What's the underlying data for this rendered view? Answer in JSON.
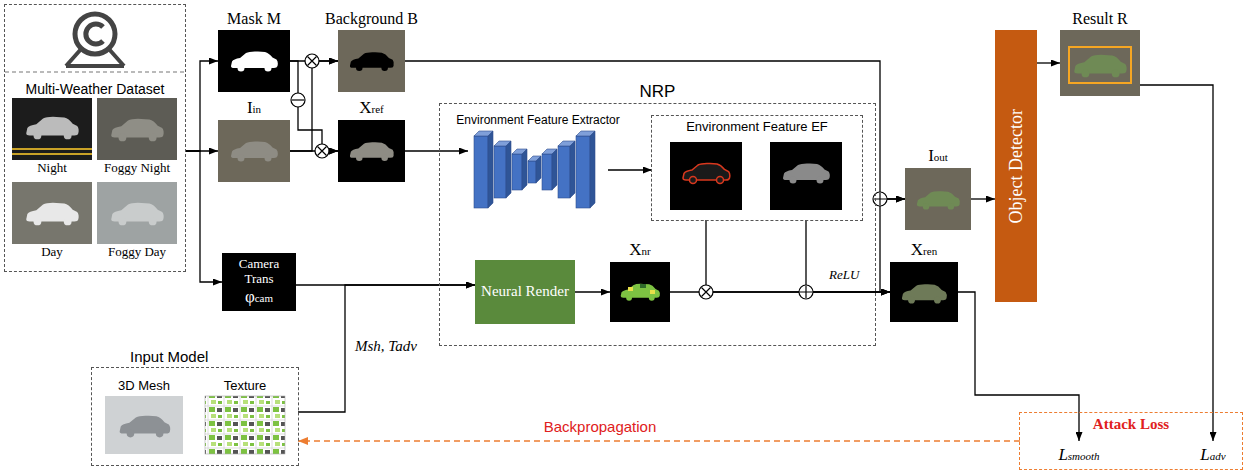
{
  "diagram": {
    "nodes": [
      {
        "text": [
          "Multi-Weather Dataset"
        ]
      },
      {
        "text": [
          "Night"
        ],
        "in": 0
      },
      {
        "text": [
          "Foggy Night"
        ],
        "in": 0
      },
      {
        "text": [
          "Day"
        ],
        "in": 0
      },
      {
        "text": [
          "Foggy Day"
        ],
        "in": 0
      },
      {
        "text": [
          "Mask M"
        ]
      },
      {
        "text": [
          "Background B"
        ]
      },
      {
        "text": [
          "Iin"
        ]
      },
      {
        "text": [
          "Xref"
        ]
      },
      {
        "text": [
          "Camera Trans",
          "φcam"
        ]
      },
      {
        "text": [
          "NRP"
        ]
      },
      {
        "text": [
          "Environment Feature Extractor"
        ],
        "in": 10
      },
      {
        "text": [
          "Environment Feature EF"
        ],
        "in": 10
      },
      {
        "text": [
          "Neural Render"
        ],
        "in": 10
      },
      {
        "text": [
          "Xnr"
        ],
        "in": 10
      },
      {
        "text": [
          "Xren"
        ]
      },
      {
        "text": [
          "Iout"
        ]
      },
      {
        "text": [
          "Object Detector"
        ]
      },
      {
        "text": [
          "Result R"
        ]
      },
      {
        "text": [
          "Input Model"
        ]
      },
      {
        "text": [
          "3D Mesh"
        ],
        "in": 19
      },
      {
        "text": [
          "Texture"
        ],
        "in": 19
      },
      {
        "text": [
          "Attack Loss"
        ]
      },
      {
        "text": [
          "Lsmooth"
        ],
        "in": 22
      },
      {
        "text": [
          "Ladv"
        ],
        "in": 22
      }
    ],
    "edges": [
      {
        "from": 0,
        "to": 5,
        "arrow": "to"
      },
      {
        "from": 0,
        "to": 7,
        "arrow": "to"
      },
      {
        "from": 0,
        "to": 9,
        "arrow": "to"
      },
      {
        "from": 5,
        "to": 6,
        "arrow": "to"
      },
      {
        "from": 7,
        "to": 6,
        "arrow": "to"
      },
      {
        "from": 7,
        "to": 8,
        "arrow": "to"
      },
      {
        "from": 5,
        "to": 8,
        "arrow": "to"
      },
      {
        "from": 8,
        "to": 11,
        "arrow": "to"
      },
      {
        "from": 11,
        "to": 12,
        "arrow": "to"
      },
      {
        "from": 9,
        "to": 13,
        "arrow": "to"
      },
      {
        "from": 19,
        "to": 13,
        "arrow": "to"
      },
      {
        "from": 13,
        "to": 14,
        "arrow": "to"
      },
      {
        "from": 14,
        "to": 15,
        "arrow": "to"
      },
      {
        "from": 12,
        "to": 15,
        "arrow": "to"
      },
      {
        "from": 12,
        "to": 15,
        "arrow": "to"
      },
      {
        "from": 6,
        "to": 16,
        "arrow": "to"
      },
      {
        "from": 15,
        "to": 16,
        "arrow": "to"
      },
      {
        "from": 16,
        "to": 17,
        "arrow": "to"
      },
      {
        "from": 17,
        "to": 18,
        "arrow": "to"
      },
      {
        "from": 15,
        "to": 23,
        "arrow": "to"
      },
      {
        "from": 18,
        "to": 24,
        "arrow": "to"
      },
      {
        "from": 22,
        "to": 19,
        "arrow": "to",
        "label": "Backpropagation"
      }
    ],
    "labels": [
      "ReLU",
      "Msh, Tadv"
    ]
  }
}
